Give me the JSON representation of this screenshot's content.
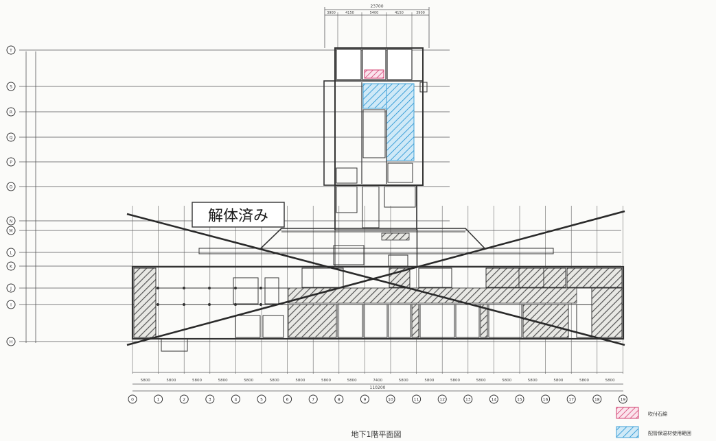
{
  "title": "地下1階平面図",
  "demolished_label": "解体済み",
  "legend": [
    {
      "label": "吹付石綿",
      "color": "#d23c6e",
      "pattern": "hatch-pink"
    },
    {
      "label": "配管保温材使用範囲",
      "color": "#3ea0d8",
      "pattern": "hatch-blue"
    }
  ],
  "grid_axis_bottom": [
    "0",
    "1",
    "2",
    "3",
    "4",
    "5",
    "6",
    "7",
    "8",
    "9",
    "10",
    "11",
    "12",
    "13",
    "14",
    "15",
    "16",
    "17",
    "18",
    "19"
  ],
  "grid_axis_left": [
    "T",
    "S",
    "R",
    "Q",
    "P",
    "O",
    "N",
    "M",
    "L",
    "K",
    "J",
    "I",
    "H"
  ],
  "bottom_dims": [
    "5800",
    "5800",
    "5800",
    "5800",
    "5800",
    "5800",
    "5800",
    "5800",
    "5800",
    "7400",
    "5800",
    "5800",
    "5800",
    "5800",
    "5800",
    "5800",
    "5800",
    "5800",
    "5800"
  ],
  "bottom_total": "110200",
  "top_total": "23700",
  "top_dims": [
    "3900",
    "4150",
    "5400",
    "4150",
    "3900"
  ],
  "colors": {
    "line": "#4a4a4a",
    "hatch": "#555555",
    "pink": "#d23c6e",
    "blue": "#3ea0d8",
    "x": "#2a2a2a"
  }
}
